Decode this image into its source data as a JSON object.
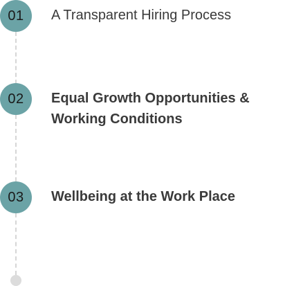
{
  "steps": [
    {
      "number": "01",
      "title": "A Transparent Hiring Process"
    },
    {
      "number": "02",
      "title": "Equal Growth Opportunities & Working Conditions"
    },
    {
      "number": "03",
      "title": "Wellbeing at the Work Place"
    }
  ],
  "colors": {
    "badge": "#6ba3a6",
    "title": "#3a3a3a",
    "dash": "#d6d6d6",
    "end_dot": "#dcdcdc"
  }
}
